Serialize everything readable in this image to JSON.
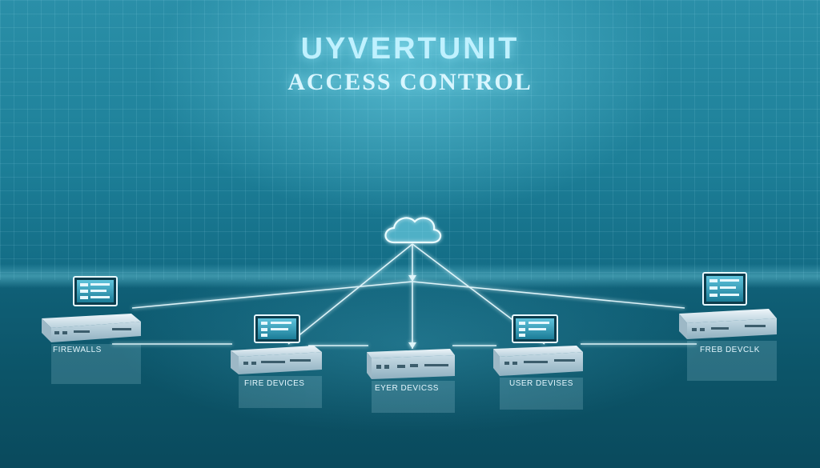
{
  "header": {
    "title_line1": "UYVERTUNIT",
    "title_line2": "ACCESS CONTROL"
  },
  "nodes": {
    "cloud": {
      "icon": "cloud-icon"
    },
    "firewalls": {
      "label": "FIREWALLS"
    },
    "fire_devices": {
      "label": "FIRE DEVICES"
    },
    "eyer_devices": {
      "label": "EYER DEVICSS"
    },
    "user_devices": {
      "label": "USER DEVISES"
    },
    "freb_devclk": {
      "label": "FREB DEVCLK"
    }
  },
  "colors": {
    "accent": "#bff1ff",
    "line": "#e8fbff",
    "device": "#d7e6ee"
  }
}
